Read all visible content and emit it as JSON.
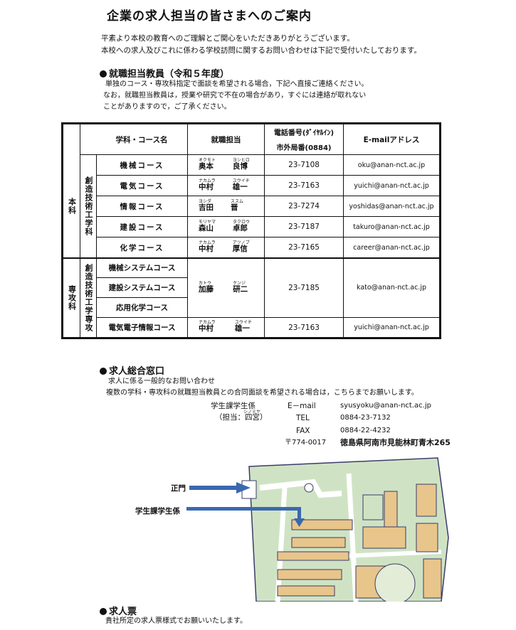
{
  "title": "企業の求人担当の皆さまへのご案内",
  "intro": [
    "平素より本校の教育へのご理解とご関心をいただきありがとうございます。",
    "本校への求人及びこれに係わる学校訪問に関するお問い合わせは下記で受付いたしております。"
  ],
  "section1": {
    "heading": "就職担当教員（令和５年度）",
    "notes": [
      "単独のコース・専攻科指定で面談を希望される場合，下記へ直接ご連絡ください。",
      "なお，就職担当教員は，授業や研究で不在の場合があり，すぐには連絡が取れない",
      "ことがありますので，ご了承ください。"
    ]
  },
  "table": {
    "headers": {
      "dept": "学科・コース名",
      "staff": "就職担当",
      "phone1": "電話番号(ﾀﾞｲﾔﾙｲﾝ)",
      "phone2": "市外局番(0884)",
      "email": "E-mailアドレス"
    },
    "groups": [
      {
        "label": "本科",
        "sub": "創造技術工学科"
      },
      {
        "label": "専攻科",
        "sub": "創造技術工学専攻"
      }
    ],
    "rows": [
      {
        "course": "機械コース",
        "ruby_family": "オクモト",
        "ruby_given": "ヨシヒロ",
        "family": "奥本",
        "given": "良博",
        "phone": "23-7108",
        "email": "oku@anan-nct.ac.jp"
      },
      {
        "course": "電気コース",
        "ruby_family": "ナカムラ",
        "ruby_given": "ユウイチ",
        "family": "中村",
        "given": "雄一",
        "phone": "23-7163",
        "email": "yuichi@anan-nct.ac.jp"
      },
      {
        "course": "情報コース",
        "ruby_family": "ヨシダ",
        "ruby_given": "ススム",
        "family": "吉田",
        "given": "晋",
        "phone": "23-7274",
        "email": "yoshidas@anan-nct.ac.jp"
      },
      {
        "course": "建設コース",
        "ruby_family": "モリヤマ",
        "ruby_given": "タクロウ",
        "family": "森山",
        "given": "卓郎",
        "phone": "23-7187",
        "email": "takuro@anan-nct.ac.jp"
      },
      {
        "course": "化学コース",
        "ruby_family": "ナカムラ",
        "ruby_given": "アツノブ",
        "family": "中村",
        "given": "厚信",
        "phone": "23-7165",
        "email": "career@anan-nct.ac.jp"
      }
    ],
    "senkou": {
      "courses": [
        "機械システムコース",
        "建設システムコース",
        "応用化学コース"
      ],
      "ruby_family": "カトウ",
      "ruby_given": "ケンジ",
      "family": "加藤",
      "given": "研二",
      "phone": "23-7185",
      "email": "kato@anan-nct.ac.jp",
      "last": {
        "course": "電気電子情報コース",
        "ruby_family": "ナカムラ",
        "ruby_given": "ユウイチ",
        "family": "中村",
        "given": "雄一",
        "phone": "23-7163",
        "email": "yuichi@anan-nct.ac.jp"
      }
    }
  },
  "section2": {
    "heading": "求人総合窓口",
    "lines": [
      "求人に係る一般的なお問い合わせ",
      "複数の学科・専攻科の就職担当教員との合同面談を希望される場合は，こちらまでお願いします。"
    ],
    "office": "学生課学生係",
    "office_ruby": "シノミヤ",
    "office_person": "（担当：四宮）",
    "email_label": "E－mail",
    "email_value": "syusyoku@anan-nct.ac.jp",
    "tel_label": "TEL",
    "tel_value": "0884-23-7132",
    "fax_label": "FAX",
    "fax_value": "0884-22-4232",
    "postal": "〒774-0017",
    "address": "徳島県阿南市見能林町青木265"
  },
  "map": {
    "gate_label": "正門",
    "office_label": "学生課学生係"
  },
  "section3": {
    "heading": "求人票",
    "text": "貴社所定の求人票様式でお願いいたします。"
  },
  "colors": {
    "arrow": "#3a68b0",
    "map_green": "#cfe3c4",
    "map_orange": "#e8c58a",
    "map_line": "#3b3b6b"
  }
}
